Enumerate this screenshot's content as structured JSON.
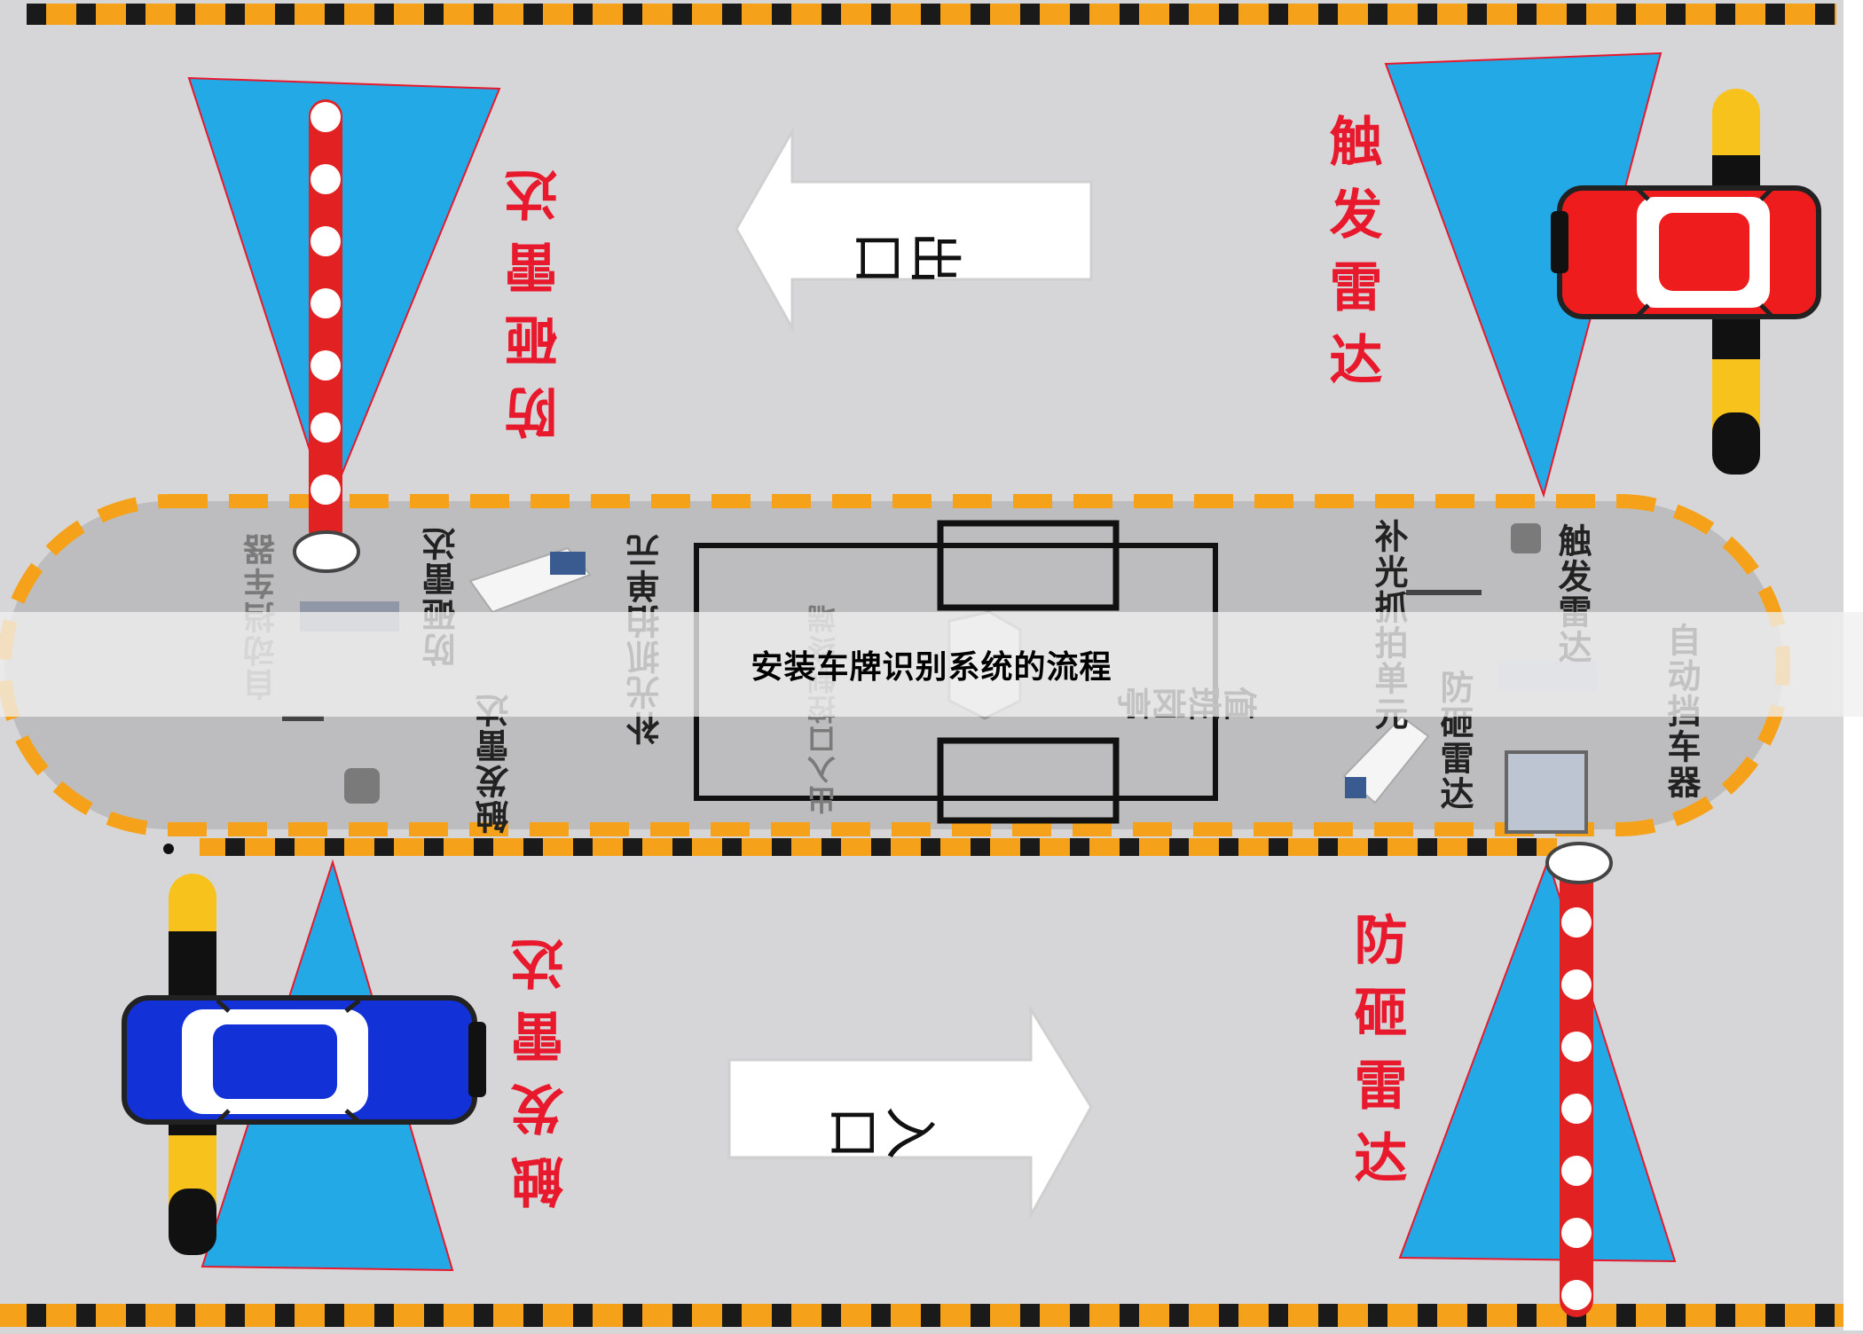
{
  "title": "安装车牌识别系统的流程",
  "labels": {
    "anti_smash_radar": "防砸雷达",
    "trigger_radar": "触发雷达",
    "exit": "出口",
    "entrance": "入口",
    "auto_barrier": "自动挡车器",
    "fill_light_unit": "补光抓拍单元",
    "booth": "值班岗亭",
    "io_control": "出入口控制终端"
  },
  "colors": {
    "radar_blue": "#22a9e6",
    "stripe_orange": "#f5a21a",
    "stripe_dark": "#1a1a1a",
    "red_text": "#e8192c",
    "car_red": "#ee1c1c",
    "car_blue": "#1231d6",
    "barrier_red": "#e22222",
    "barrier_yellow": "#f8c21d"
  }
}
